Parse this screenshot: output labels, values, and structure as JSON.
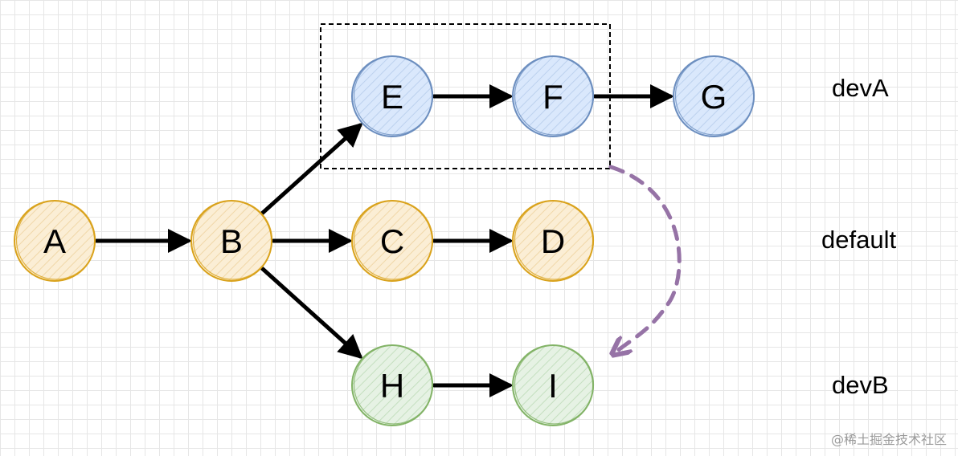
{
  "colors": {
    "orange_stroke": "#d9a21b",
    "orange_fill": "#fbeed5",
    "blue_stroke": "#6c8ebf",
    "blue_fill": "#dae8fc",
    "green_stroke": "#82b366",
    "green_fill": "#d5e8d4",
    "purple_dashed": "#9673a6",
    "arrow": "#000000"
  },
  "nodes": [
    {
      "id": "A",
      "label": "A",
      "color": "orange"
    },
    {
      "id": "B",
      "label": "B",
      "color": "orange"
    },
    {
      "id": "C",
      "label": "C",
      "color": "orange"
    },
    {
      "id": "D",
      "label": "D",
      "color": "orange"
    },
    {
      "id": "E",
      "label": "E",
      "color": "blue"
    },
    {
      "id": "F",
      "label": "F",
      "color": "blue"
    },
    {
      "id": "G",
      "label": "G",
      "color": "blue"
    },
    {
      "id": "H",
      "label": "H",
      "color": "green"
    },
    {
      "id": "I",
      "label": "I",
      "color": "green"
    }
  ],
  "edges": [
    {
      "from": "A",
      "to": "B"
    },
    {
      "from": "B",
      "to": "C"
    },
    {
      "from": "C",
      "to": "D"
    },
    {
      "from": "B",
      "to": "E"
    },
    {
      "from": "E",
      "to": "F"
    },
    {
      "from": "F",
      "to": "G"
    },
    {
      "from": "B",
      "to": "H"
    },
    {
      "from": "H",
      "to": "I"
    }
  ],
  "selection_box": {
    "contains": [
      "E",
      "F"
    ]
  },
  "dashed_arrow": {
    "from": "selection_box",
    "to": "I"
  },
  "branch_labels": {
    "devA": "devA",
    "default": "default",
    "devB": "devB"
  },
  "watermark": "@稀土掘金技术社区"
}
